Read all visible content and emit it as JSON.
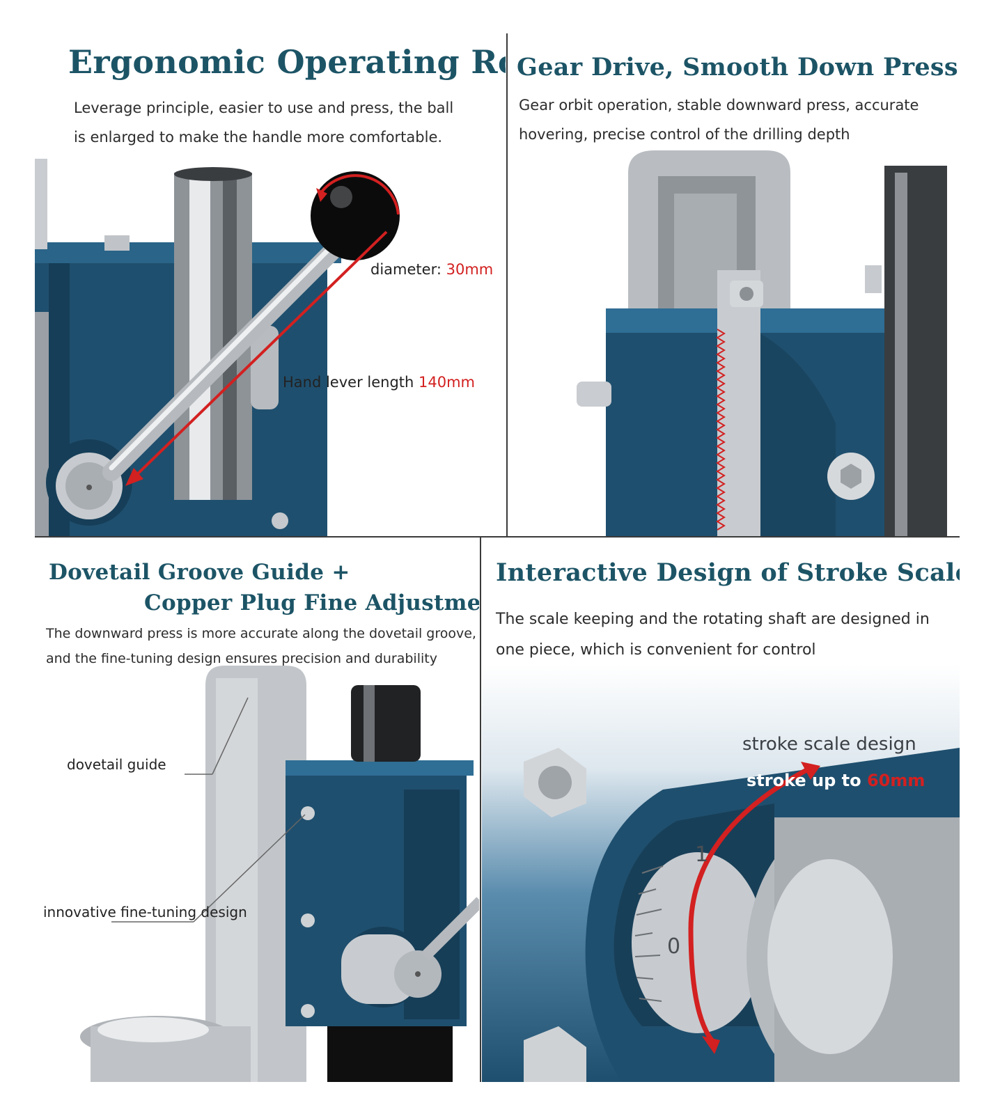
{
  "panels": {
    "top_left": {
      "title": "Ergonomic Operating Rod",
      "desc_line1": "Leverage principle, easier to use and press, the ball",
      "desc_line2": "is enlarged to make the handle more comfortable.",
      "callout_diameter_label": "diameter:",
      "callout_diameter_value": "30mm",
      "callout_lever_label": "Hand lever length",
      "callout_lever_value": "140mm"
    },
    "top_right": {
      "title": "Gear Drive, Smooth Down Press",
      "desc_line1": "Gear orbit operation, stable downward press, accurate",
      "desc_line2": "hovering, precise control of the drilling depth"
    },
    "bottom_left": {
      "title_line1": "Dovetail Groove Guide +",
      "title_line2": "Copper Plug Fine Adjustment",
      "desc_line1": "The downward press is more accurate along the dovetail groove,",
      "desc_line2": "and the fine-tuning design ensures precision and durability",
      "callout_dovetail": "dovetail guide",
      "callout_finetune": "innovative fine-tuning design"
    },
    "bottom_right": {
      "title": "Interactive Design of Stroke Scale",
      "desc_line1": "The scale keeping and the rotating shaft are designed in",
      "desc_line2": "one piece, which is convenient for control",
      "callout_scale": "stroke scale design",
      "callout_stroke_label": "stroke up to",
      "callout_stroke_value": "60mm",
      "scale_mark_1": "1",
      "scale_mark_0": "0"
    }
  },
  "colors": {
    "title_teal": "#1c5466",
    "machine_blue": "#1f4f6e",
    "accent_red": "#d32020",
    "steel_gray": "#b8bcc0"
  }
}
